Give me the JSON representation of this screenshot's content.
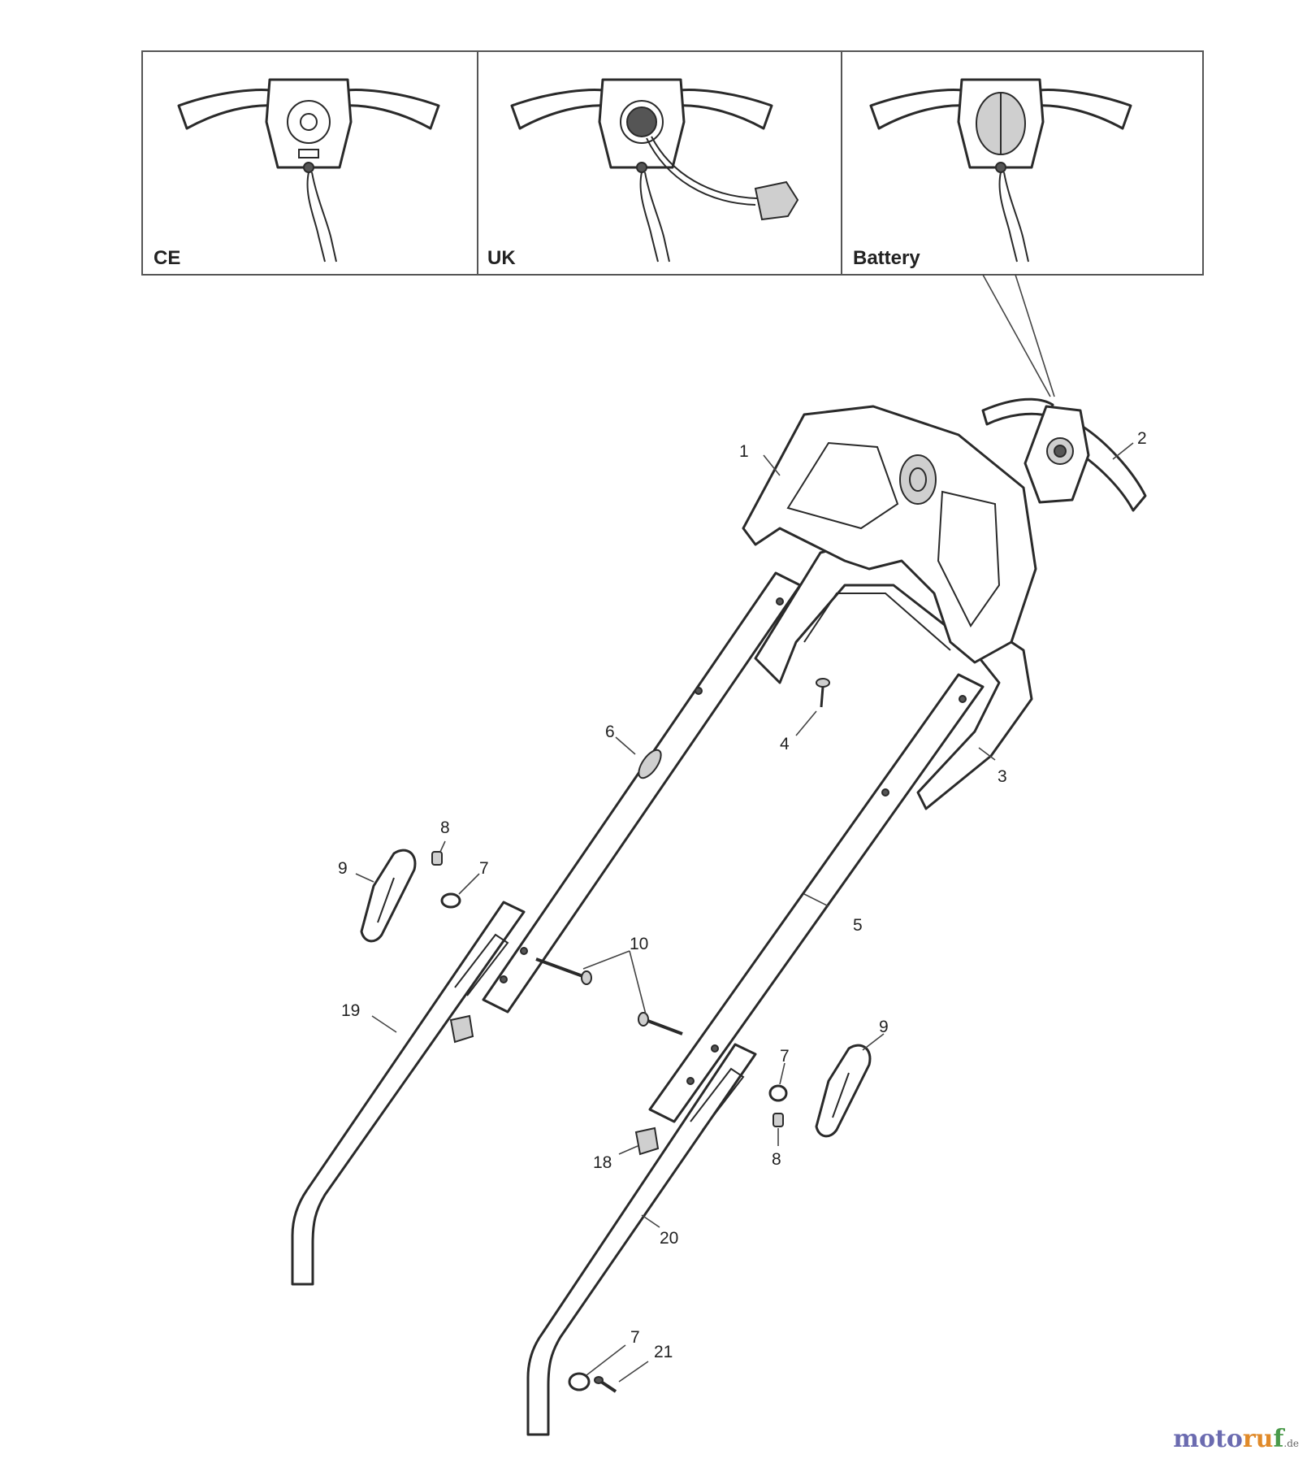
{
  "variants": [
    {
      "label": "CE"
    },
    {
      "label": "UK"
    },
    {
      "label": "Battery"
    }
  ],
  "callouts": [
    "1",
    "2",
    "3",
    "4",
    "5",
    "6",
    "7",
    "8",
    "9",
    "10",
    "19",
    "9",
    "7",
    "18",
    "8",
    "20",
    "7",
    "21"
  ],
  "watermark": {
    "brand_a": "moto",
    "brand_b": "ru",
    "brand_c": "f",
    "tld": ".de"
  }
}
